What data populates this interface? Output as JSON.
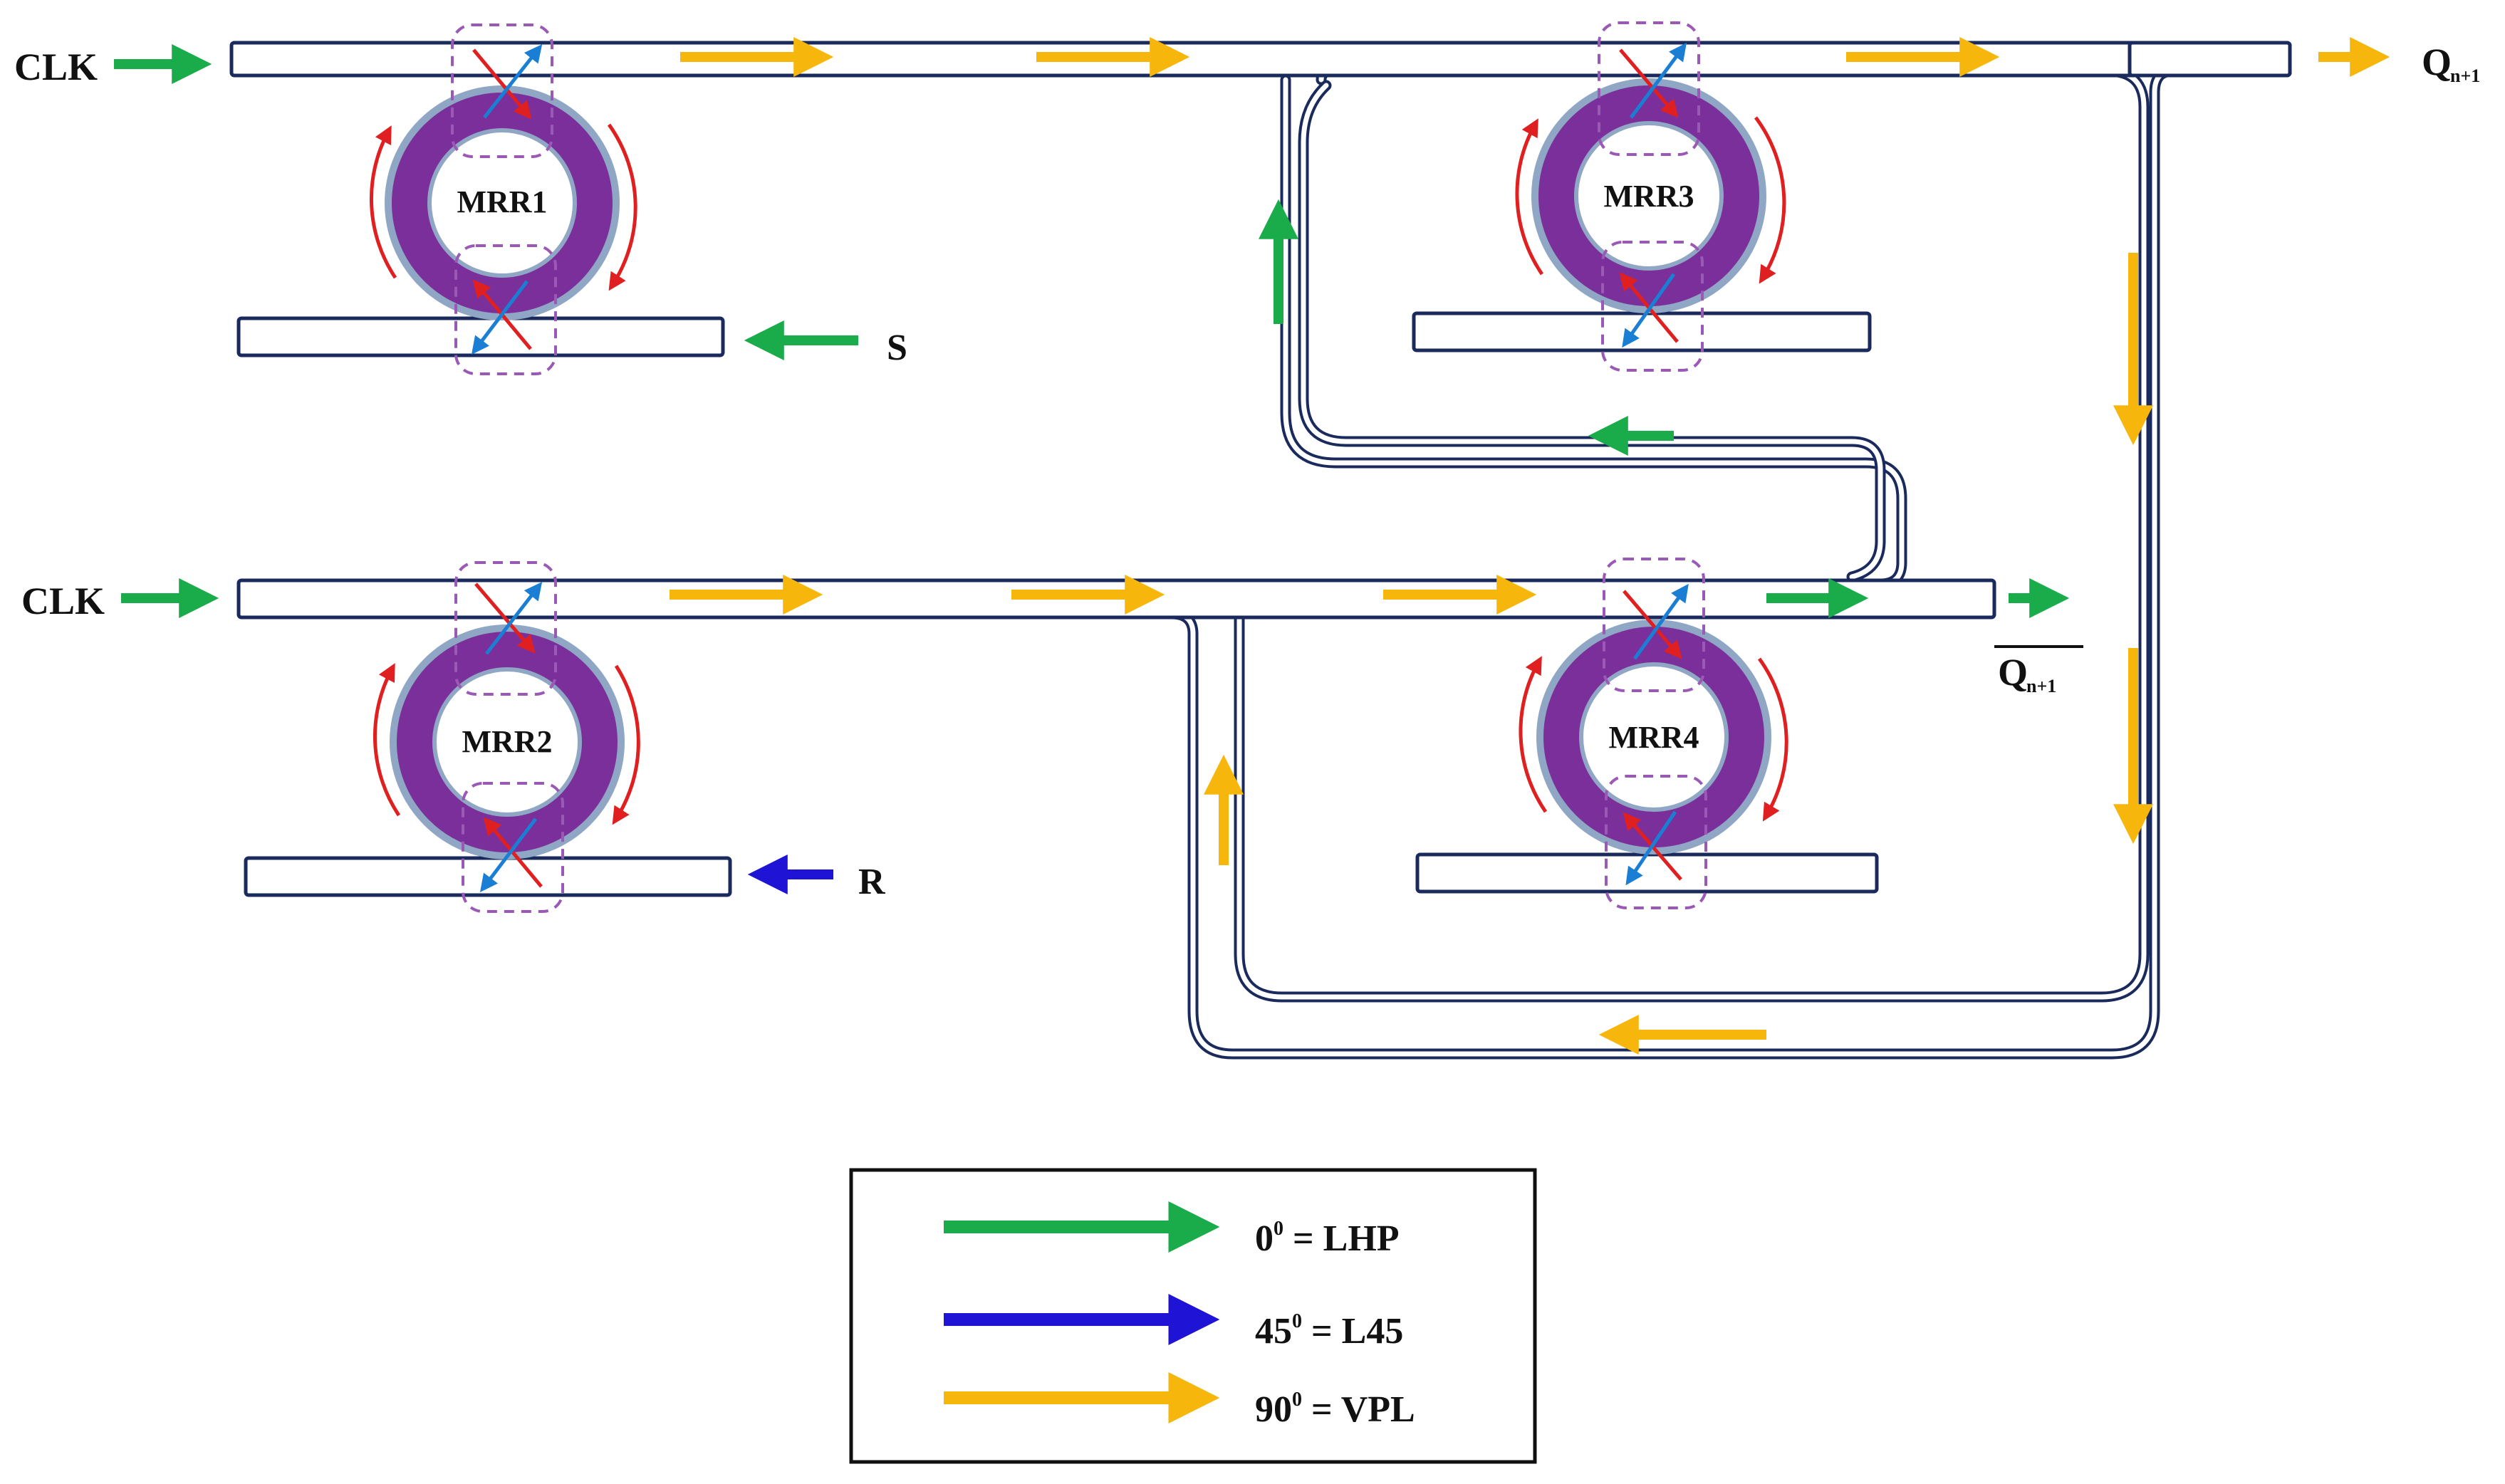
{
  "colors": {
    "green": "#1aab4a",
    "blue": "#1f14d6",
    "yellow": "#f6b60c",
    "purple": "#7b2f9a",
    "waveguide": "#1a2a5c",
    "red": "#e02020",
    "lightblue": "#1a7fd4"
  },
  "inputs": {
    "clk_top": "CLK",
    "clk_bottom": "CLK",
    "set": "S",
    "reset": "R"
  },
  "outputs": {
    "q_main": "Q",
    "q_sub": "n+1",
    "qbar_main": "Q",
    "qbar_sub": "n+1"
  },
  "rings": [
    {
      "label": "MRR1"
    },
    {
      "label": "MRR2"
    },
    {
      "label": "MRR3"
    },
    {
      "label": "MRR4"
    }
  ],
  "legend": [
    {
      "angle": "0",
      "sup": "0",
      "eq": " = LHP",
      "color": "green"
    },
    {
      "angle": "45",
      "sup": "0",
      "eq": " = L45",
      "color": "blue"
    },
    {
      "angle": "90",
      "sup": "0",
      "eq": " = VPL",
      "color": "yellow"
    }
  ]
}
